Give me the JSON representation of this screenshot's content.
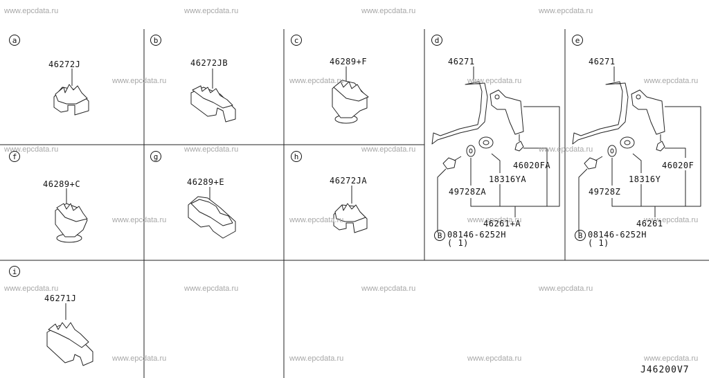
{
  "watermark": "www.epcdata.ru",
  "diagram_code": "J46200V7",
  "panels": {
    "a": {
      "letter": "a",
      "part": "46272J"
    },
    "b": {
      "letter": "b",
      "part": "46272JB"
    },
    "c": {
      "letter": "c",
      "part": "46289+F"
    },
    "d": {
      "letter": "d",
      "parts": {
        "bracket": "46271",
        "connector": "46020FA",
        "grommet": "18316YA",
        "washer": "49728ZA",
        "assembly": "46261+A",
        "bolt_circle": "B",
        "bolt": "08146-6252H",
        "qty": "( 1)"
      }
    },
    "e": {
      "letter": "e",
      "parts": {
        "bracket": "46271",
        "connector": "46020F",
        "grommet": "18316Y",
        "washer": "49728Z",
        "assembly": "46261",
        "bolt_circle": "B",
        "bolt": "08146-6252H",
        "qty": "( 1)"
      }
    },
    "f": {
      "letter": "f",
      "part": "46289+C"
    },
    "g": {
      "letter": "g",
      "part": "46289+E"
    },
    "h": {
      "letter": "h",
      "part": "46272JA"
    },
    "i": {
      "letter": "i",
      "part": "46271J"
    }
  }
}
